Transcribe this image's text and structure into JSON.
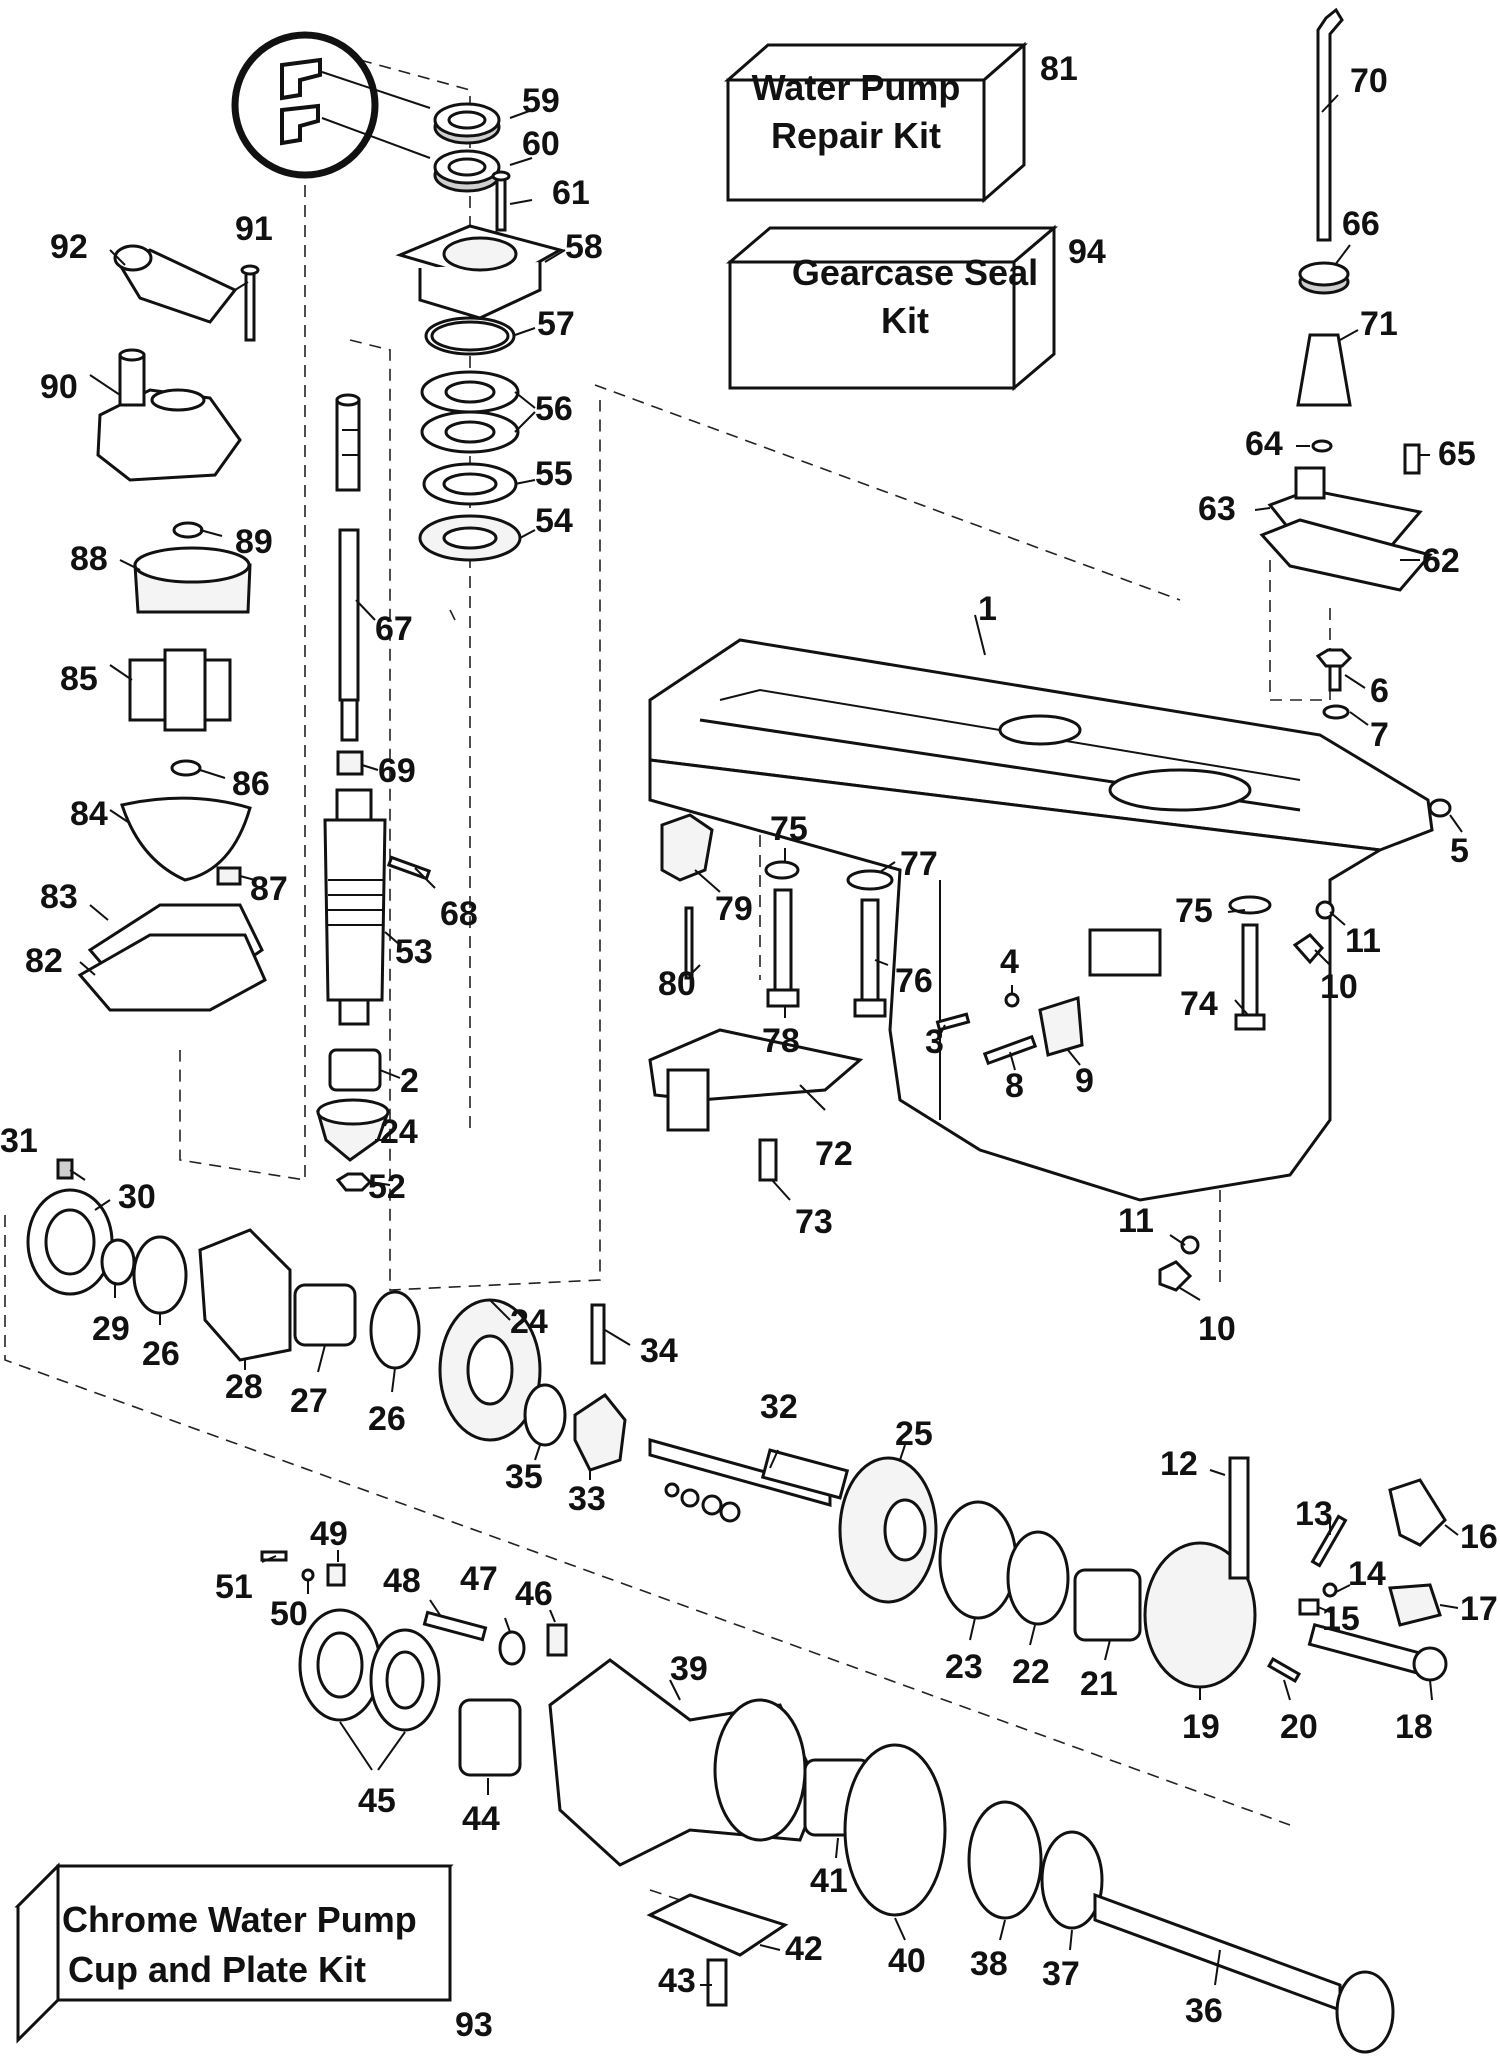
{
  "kits": [
    {
      "id": "81",
      "line1": "Water Pump",
      "line2": "Repair Kit"
    },
    {
      "id": "94",
      "line1": "Gearcase Seal",
      "line2": "Kit"
    },
    {
      "id": "93",
      "line1": "Chrome Water Pump",
      "line2": "Cup and Plate Kit"
    }
  ],
  "callouts": [
    "1",
    "2",
    "3",
    "4",
    "5",
    "6",
    "7",
    "8",
    "9",
    "10",
    "10",
    "11",
    "11",
    "12",
    "13",
    "14",
    "15",
    "16",
    "17",
    "18",
    "19",
    "20",
    "21",
    "22",
    "23",
    "24",
    "24",
    "25",
    "26",
    "26",
    "27",
    "28",
    "29",
    "30",
    "31",
    "32",
    "33",
    "34",
    "35",
    "36",
    "37",
    "38",
    "39",
    "40",
    "41",
    "42",
    "43",
    "44",
    "45",
    "46",
    "47",
    "48",
    "49",
    "50",
    "51",
    "52",
    "53",
    "54",
    "55",
    "56",
    "57",
    "58",
    "59",
    "60",
    "61",
    "62",
    "63",
    "64",
    "65",
    "66",
    "67",
    "68",
    "69",
    "70",
    "71",
    "72",
    "73",
    "74",
    "75",
    "75",
    "76",
    "77",
    "78",
    "79",
    "80",
    "82",
    "83",
    "84",
    "85",
    "86",
    "87",
    "88",
    "89",
    "90",
    "91",
    "92"
  ]
}
